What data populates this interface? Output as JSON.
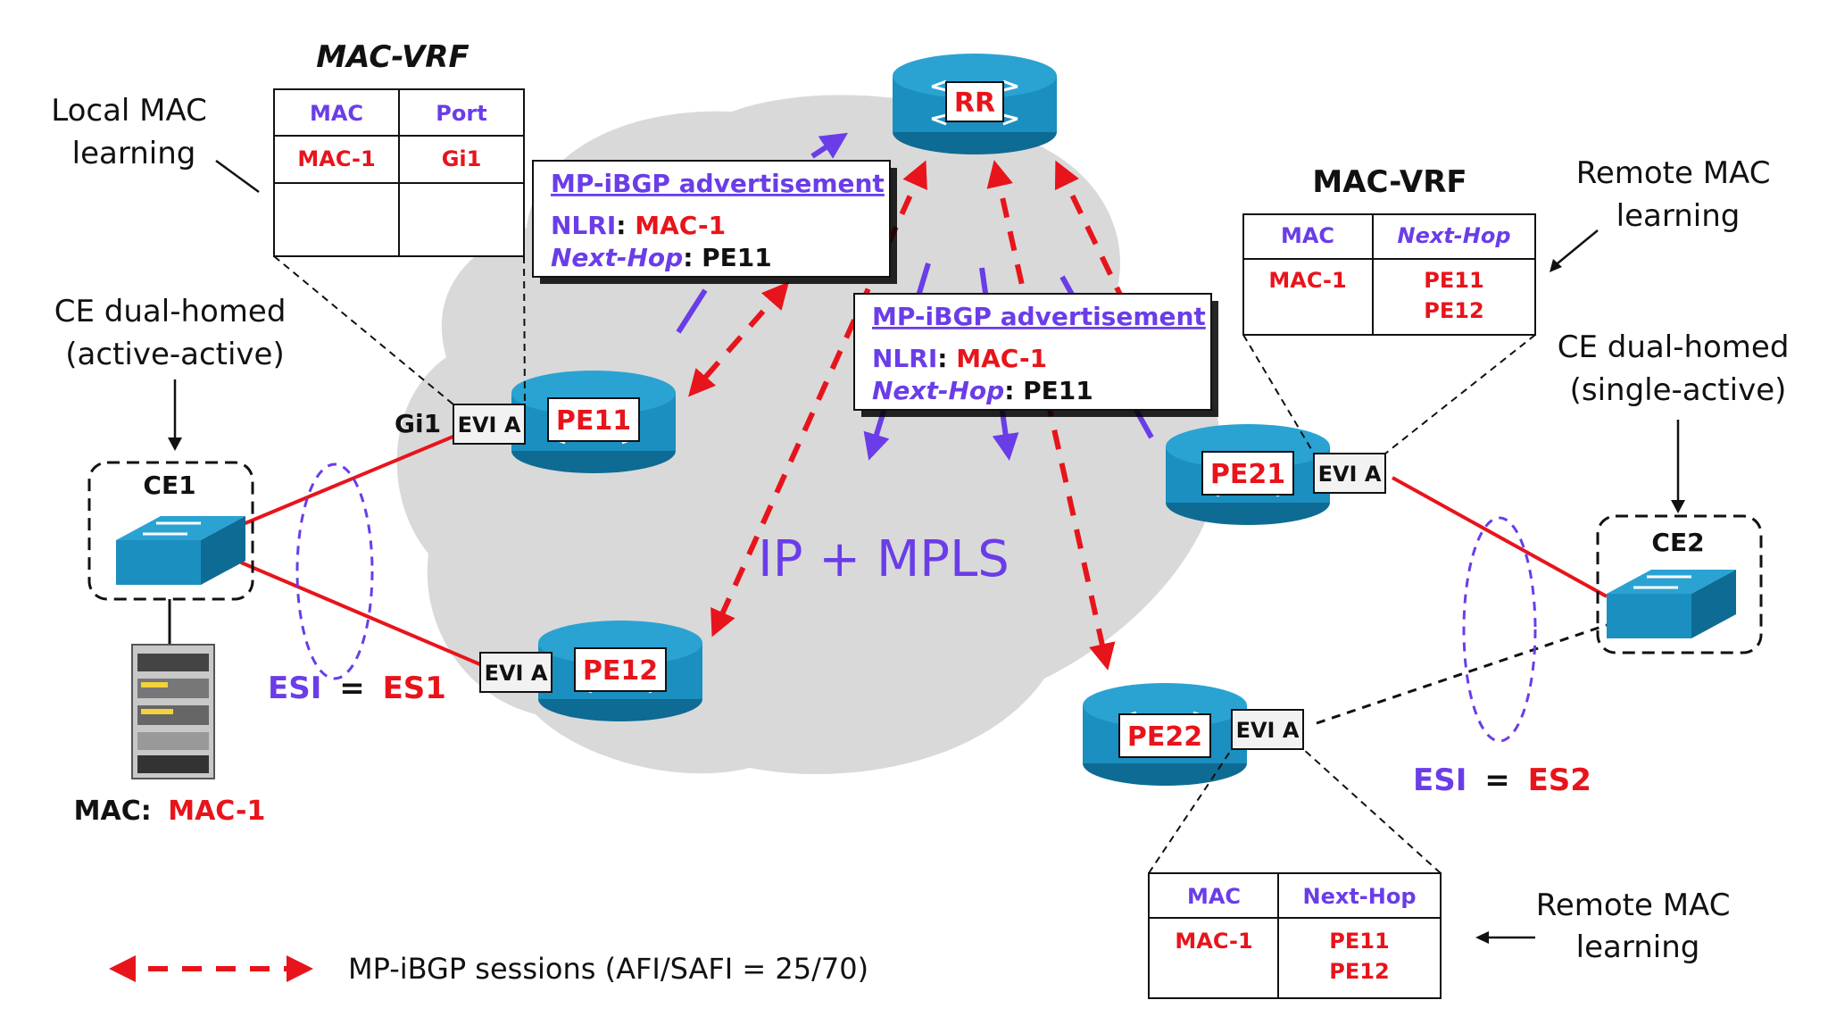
{
  "colors": {
    "purple": "#6a3de8",
    "red": "#e8141b",
    "cloud": "#d9d9d9",
    "router": "#1b8fbf",
    "router_dark": "#0e6b93"
  },
  "core": {
    "label": "IP + MPLS"
  },
  "routers": {
    "rr": "RR",
    "pe11": "PE11",
    "pe12": "PE12",
    "pe21": "PE21",
    "pe22": "PE22"
  },
  "evi_label": "EVI A",
  "ce": {
    "ce1": "CE1",
    "ce2": "CE2",
    "ce1_port": "Gi1"
  },
  "host": {
    "label": "MAC:",
    "mac": "MAC-1"
  },
  "esi": [
    {
      "label": "ESI",
      "eq": "=",
      "value": "ES1"
    },
    {
      "label": "ESI",
      "eq": "=",
      "value": "ES2"
    }
  ],
  "notes": {
    "local_mac": [
      "Local MAC",
      "learning"
    ],
    "ce1_mode": [
      "CE dual-homed",
      "(active-active)"
    ],
    "ce2_mode": [
      "CE dual-homed",
      "(single-active)"
    ],
    "remote_mac_1": [
      "Remote MAC",
      "learning"
    ],
    "remote_mac_2": [
      "Remote MAC",
      "learning"
    ]
  },
  "mac_vrf_1": {
    "title": "MAC-VRF",
    "headers": [
      "MAC",
      "Port"
    ],
    "rows": [
      [
        "MAC-1",
        "Gi1"
      ]
    ]
  },
  "mac_vrf_2": {
    "title": "MAC-VRF",
    "headers": [
      "MAC",
      "Next-Hop"
    ],
    "rows": [
      [
        "MAC-1",
        "PE11",
        "PE12"
      ]
    ]
  },
  "mac_vrf_3": {
    "headers": [
      "MAC",
      "Next-Hop"
    ],
    "rows": [
      [
        "MAC-1",
        "PE11",
        "PE12"
      ]
    ]
  },
  "advert_1": {
    "title": "MP-iBGP advertisement",
    "nlri_label": "NLRI",
    "nlri_value": "MAC-1",
    "nh_label": "Next-Hop",
    "nh_value": "PE11"
  },
  "advert_2": {
    "title": "MP-iBGP advertisement",
    "nlri_label": "NLRI",
    "nlri_value": "MAC-1",
    "nh_label": "Next-Hop",
    "nh_value": "PE11"
  },
  "legend": {
    "label": "MP-iBGP sessions (AFI/SAFI = 25/70)"
  }
}
